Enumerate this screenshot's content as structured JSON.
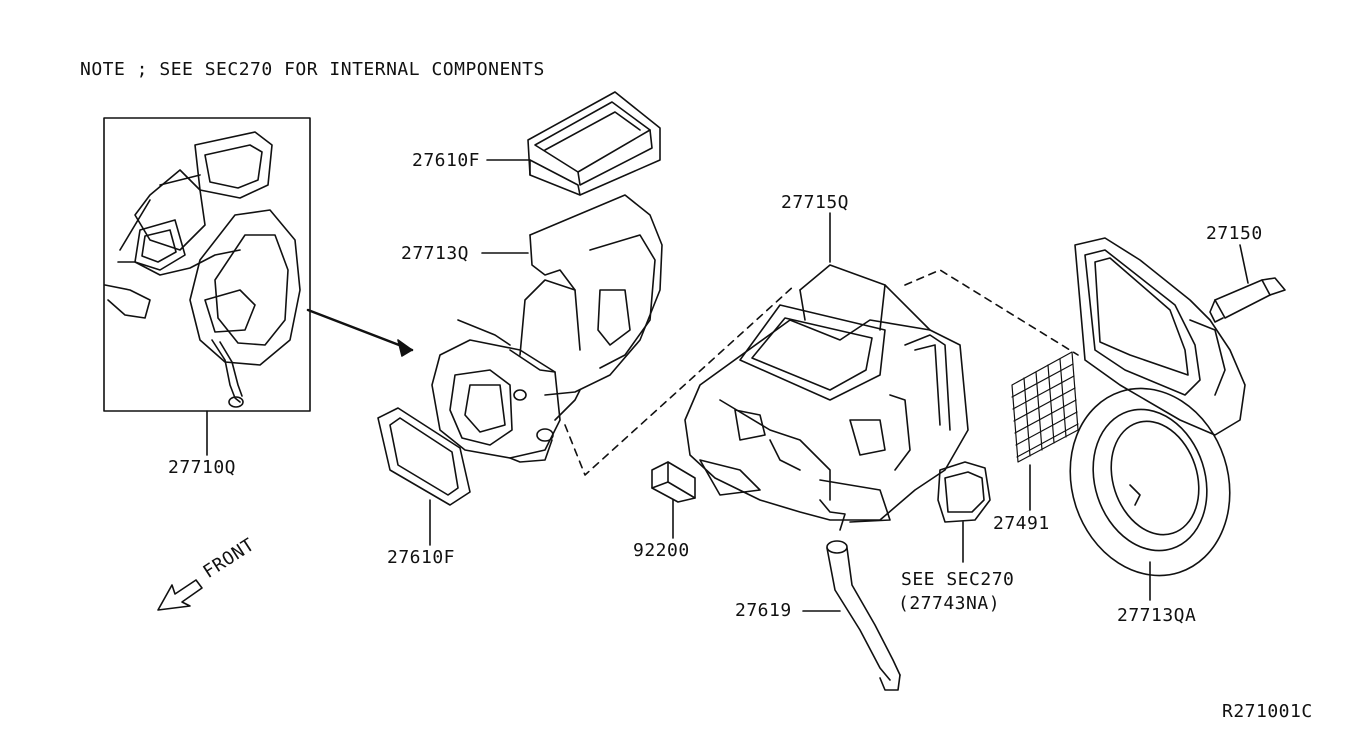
{
  "note": "NOTE ; SEE SEC270    FOR INTERNAL COMPONENTS",
  "front_label": "FRONT",
  "diagram_id": "R271001C",
  "parts": {
    "p27710Q": "27710Q",
    "p27610F_top": "27610F",
    "p27713Q": "27713Q",
    "p27610F_bottom": "27610F",
    "p27715Q": "27715Q",
    "p92200": "92200",
    "p27619": "27619",
    "see_sec_line1": "SEE SEC270",
    "see_sec_line2": "(27743NA)",
    "p27491": "27491",
    "p27150": "27150",
    "p27713QA": "27713QA"
  },
  "colors": {
    "line": "#111111",
    "background": "#ffffff"
  }
}
